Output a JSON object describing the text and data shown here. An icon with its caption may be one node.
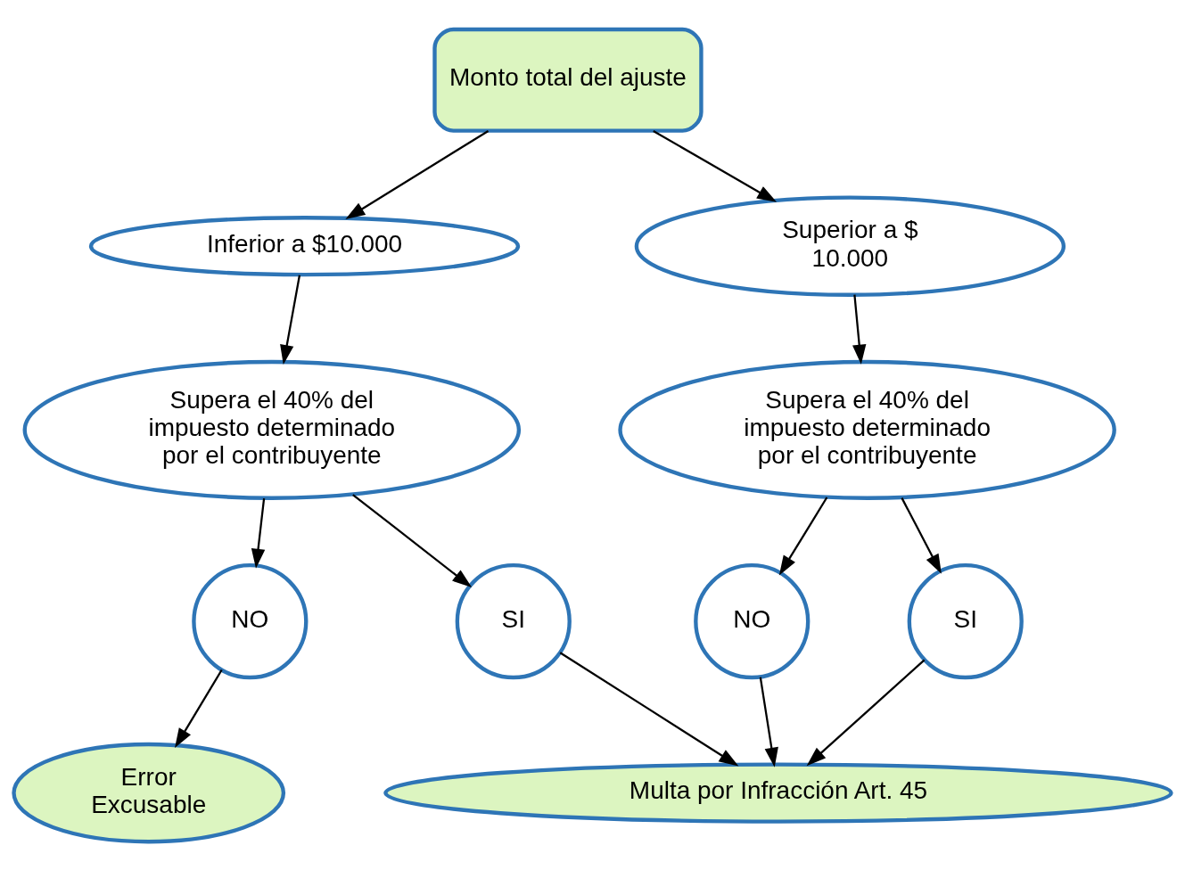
{
  "diagram": {
    "nodes": [
      {
        "text": [
          "Monto total del ajuste"
        ]
      },
      {
        "text": [
          "Inferior a $10.000"
        ]
      },
      {
        "text": [
          "Superior a $ 10.000"
        ]
      },
      {
        "text": [
          "Supera el 40% del impuesto determinado por el contribuyente"
        ]
      },
      {
        "text": [
          "Supera el 40% del impuesto determinado por el contribuyente"
        ]
      },
      {
        "text": [
          "NO"
        ]
      },
      {
        "text": [
          "SI"
        ]
      },
      {
        "text": [
          "NO"
        ]
      },
      {
        "text": [
          "SI"
        ]
      },
      {
        "text": [
          "Error Excusable"
        ]
      },
      {
        "text": [
          "Multa por Infracción Art. 45"
        ]
      }
    ],
    "edges": [
      {
        "from": 0,
        "to": 1,
        "arrow": "to"
      },
      {
        "from": 0,
        "to": 2,
        "arrow": "to"
      },
      {
        "from": 1,
        "to": 3,
        "arrow": "to"
      },
      {
        "from": 2,
        "to": 4,
        "arrow": "to"
      },
      {
        "from": 3,
        "to": 5,
        "arrow": "to"
      },
      {
        "from": 3,
        "to": 6,
        "arrow": "to"
      },
      {
        "from": 4,
        "to": 7,
        "arrow": "to"
      },
      {
        "from": 4,
        "to": 8,
        "arrow": "to"
      },
      {
        "from": 5,
        "to": 9,
        "arrow": "to"
      },
      {
        "from": 6,
        "to": 10,
        "arrow": "to"
      },
      {
        "from": 7,
        "to": 10,
        "arrow": "to"
      },
      {
        "from": 8,
        "to": 10,
        "arrow": "to"
      }
    ]
  }
}
